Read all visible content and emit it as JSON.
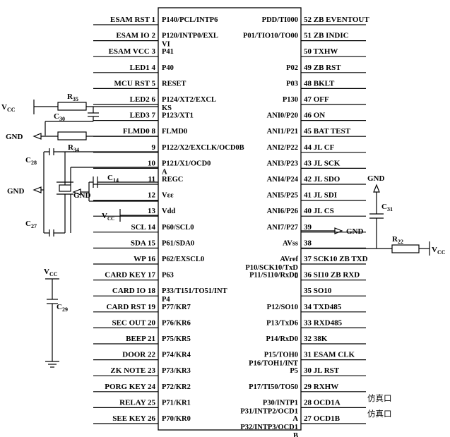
{
  "left_pins": [
    {
      "label": "ESAM RST 1",
      "inner": [
        "P140/PCL/INTP6"
      ]
    },
    {
      "label": "ESAM IO 2",
      "inner": [
        "P120/INTP0/EXL",
        "VI"
      ]
    },
    {
      "label": "ESAM VCC 3",
      "inner": [
        "P41"
      ]
    },
    {
      "label": "LED1 4",
      "inner": [
        "P40"
      ]
    },
    {
      "label": "MCU RST 5",
      "inner": [
        "RESET"
      ]
    },
    {
      "label": "LED2 6",
      "inner": [
        "P124/XT2/EXCL",
        "KS"
      ]
    },
    {
      "label": "LED3 7",
      "inner": [
        "P123/XT1"
      ]
    },
    {
      "label": "FLMD0 8",
      "inner": [
        "FLMD0"
      ]
    },
    {
      "label": "9",
      "inner": [
        "P122/X2/EXCLK/OCD0B"
      ]
    },
    {
      "label": "10",
      "inner": [
        "P121/X1/OCD0",
        "A"
      ]
    },
    {
      "label": "11",
      "inner": [
        "REGC"
      ]
    },
    {
      "label": "12",
      "inner": [
        "Vεε"
      ]
    },
    {
      "label": "13",
      "inner": [
        "Vdd"
      ]
    },
    {
      "label": "SCL 14",
      "inner": [
        "P60/SCL0"
      ]
    },
    {
      "label": "SDA 15",
      "inner": [
        "P61/SDA0"
      ]
    },
    {
      "label": "WP 16",
      "inner": [
        "P62/EXSCL0"
      ]
    },
    {
      "label": "CARD KEY 17",
      "inner": [
        "P63"
      ]
    },
    {
      "label": "CARD IO 18",
      "inner": [
        "P33/T151/TO51/INT",
        "P4"
      ]
    },
    {
      "label": "CARD RST 19",
      "inner": [
        "P77/KR7"
      ]
    },
    {
      "label": "SEC OUT 20",
      "inner": [
        "P76/KR6"
      ]
    },
    {
      "label": "BEEP 21",
      "inner": [
        "P75/KR5"
      ]
    },
    {
      "label": "DOOR 22",
      "inner": [
        "P74/KR4"
      ]
    },
    {
      "label": "ZK NOTE 23",
      "inner": [
        "P73/KR3"
      ]
    },
    {
      "label": "PORG KEY 24",
      "inner": [
        "P72/KR2"
      ]
    },
    {
      "label": "RELAY 25",
      "inner": [
        "P71/KR1"
      ]
    },
    {
      "label": "SEE KEY 26",
      "inner": [
        "P70/KR0"
      ]
    }
  ],
  "right_pins": [
    {
      "label": "52 ZB EVENTOUT",
      "inner": [
        "PDD/TI000"
      ]
    },
    {
      "label": "51 ZB INDIC",
      "inner": [
        "P01/TIO10/TO00"
      ]
    },
    {
      "label": "50 TXHW",
      "inner": []
    },
    {
      "label": "49 ZB RST",
      "inner": [
        "P02"
      ]
    },
    {
      "label": "48 BKLT",
      "inner": [
        "P03"
      ]
    },
    {
      "label": "47 OFF",
      "inner": [
        "P130"
      ]
    },
    {
      "label": "46 ON",
      "inner": [
        "ANI0/P20"
      ]
    },
    {
      "label": "45 BAT TEST",
      "inner": [
        "ANI1/P21"
      ]
    },
    {
      "label": "44 JL CF",
      "inner": [
        "ANI2/P22"
      ]
    },
    {
      "label": "43 JL SCK",
      "inner": [
        "ANI3/P23"
      ]
    },
    {
      "label": "42 JL SDO",
      "inner": [
        "ANI4/P24"
      ]
    },
    {
      "label": "41 JL SDI",
      "inner": [
        "ANI5/P25"
      ]
    },
    {
      "label": "40 JL  CS",
      "inner": [
        "ANI6/P26"
      ]
    },
    {
      "label": "39",
      "inner": [
        "ANI7/P27"
      ]
    },
    {
      "label": "38",
      "inner": [
        "AVss"
      ]
    },
    {
      "label": "37 SCK10 ZB TXD",
      "inner": [
        "AVref",
        "P10/SCK10/TxD",
        "0"
      ]
    },
    {
      "label": "36 SI10 ZB RXD",
      "inner": [
        "P11/S110/RxD0"
      ]
    },
    {
      "label": "35 SO10",
      "inner": []
    },
    {
      "label": "34 TXD485",
      "inner": [
        "P12/SO10"
      ]
    },
    {
      "label": "33 RXD485",
      "inner": [
        "P13/TxD6"
      ]
    },
    {
      "label": "32 38K",
      "inner": [
        "P14/RxD0"
      ]
    },
    {
      "label": "31 ESAM CLK",
      "inner": [
        "P15/TOH0",
        "P16/TOH1/INT"
      ]
    },
    {
      "label": "30 JL RST",
      "inner": [
        "P5"
      ]
    },
    {
      "label": "29 RXHW",
      "inner": [
        "P17/TI50/TO50"
      ]
    },
    {
      "label": "28 OCD1A",
      "inner": [
        "P30/INTP1",
        "P31/INTP2/OCD1"
      ]
    },
    {
      "label": "27 OCD1B",
      "inner": [
        "A",
        "P32/INTP3/OCD1",
        "B"
      ]
    }
  ],
  "components": {
    "vcc": "V",
    "vcc_sub": "CC",
    "gnd": "GND",
    "r35": "R",
    "r35_sub": "35",
    "c30": "C",
    "c30_sub": "30",
    "r34": "R",
    "r34_sub": "34",
    "c28": "C",
    "c28_sub": "28",
    "c27": "C",
    "c27_sub": "27",
    "c14": "C",
    "c14_sub": "14",
    "c31": "C",
    "c31_sub": "31",
    "r22": "R",
    "r22_sub": "22",
    "c29": "C",
    "c29_sub": "29"
  },
  "emulation_port": "仿真口"
}
